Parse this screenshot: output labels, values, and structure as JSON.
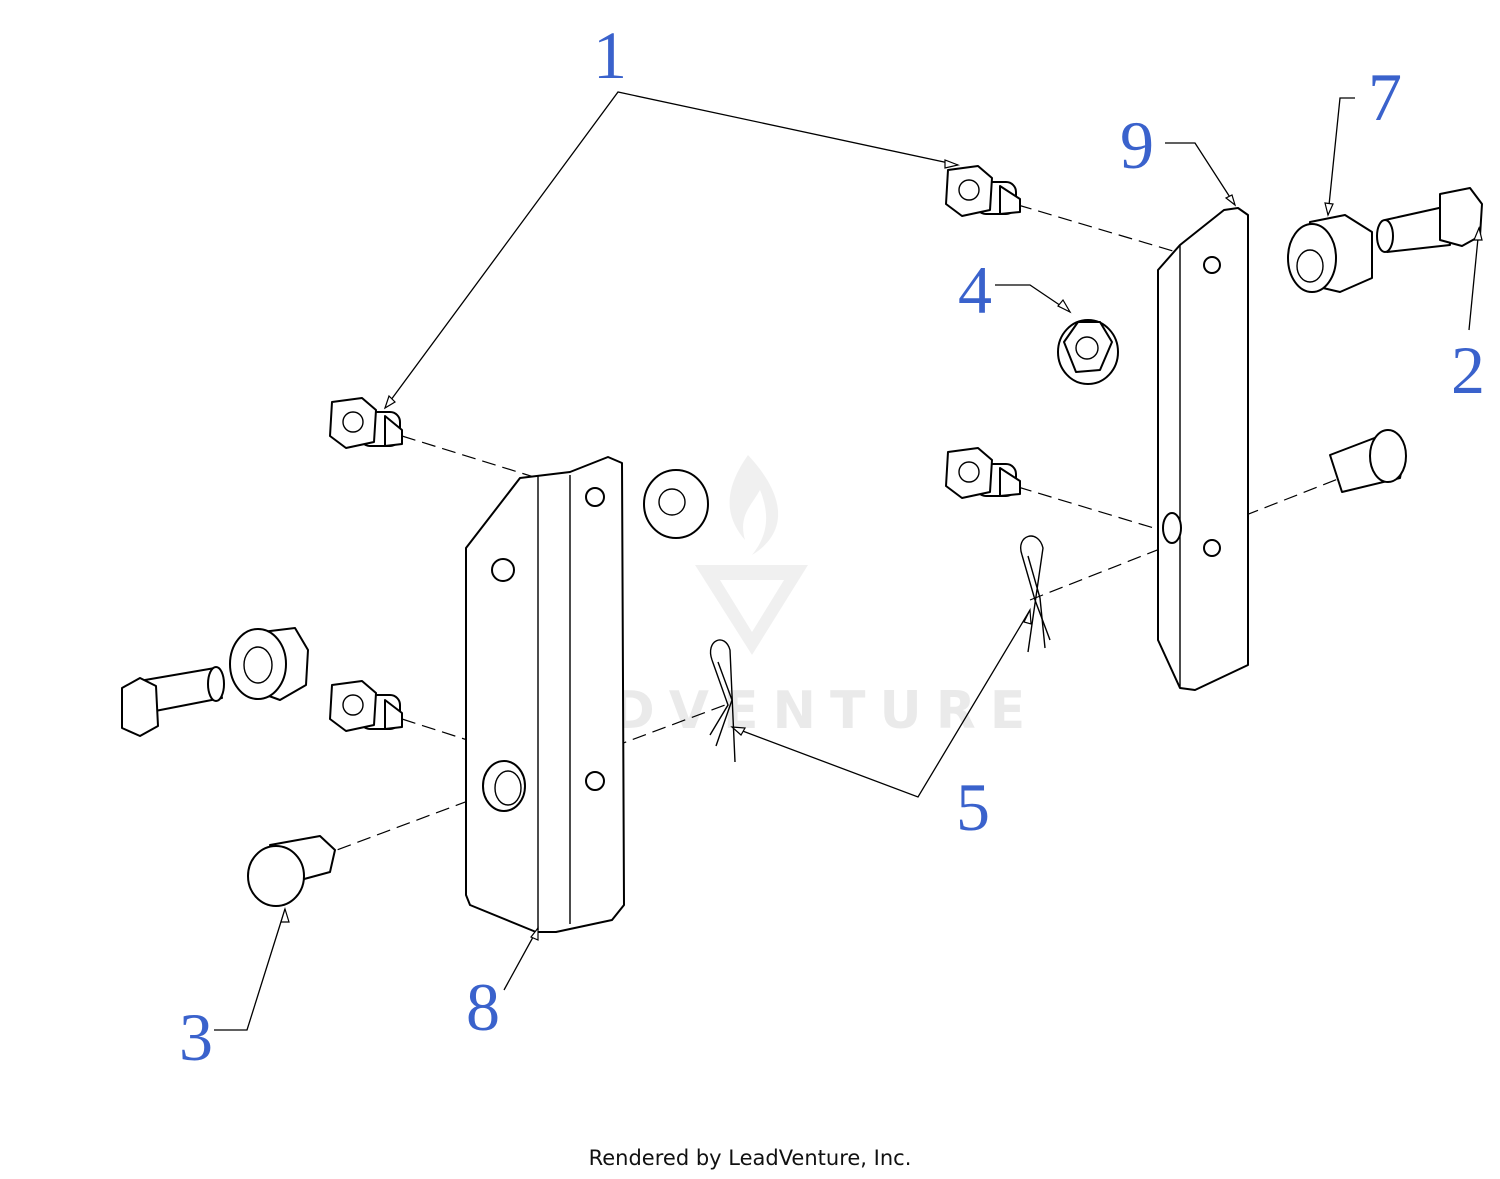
{
  "diagram": {
    "callout_color": "#3a62cc",
    "callouts": [
      "1",
      "2",
      "3",
      "4",
      "5",
      "7",
      "8",
      "9"
    ],
    "watermark": {
      "icon": "leadventure-flame-logo-icon",
      "text": "LEADVENTURE"
    }
  },
  "footer": {
    "credit": "Rendered by LeadVenture, Inc."
  }
}
